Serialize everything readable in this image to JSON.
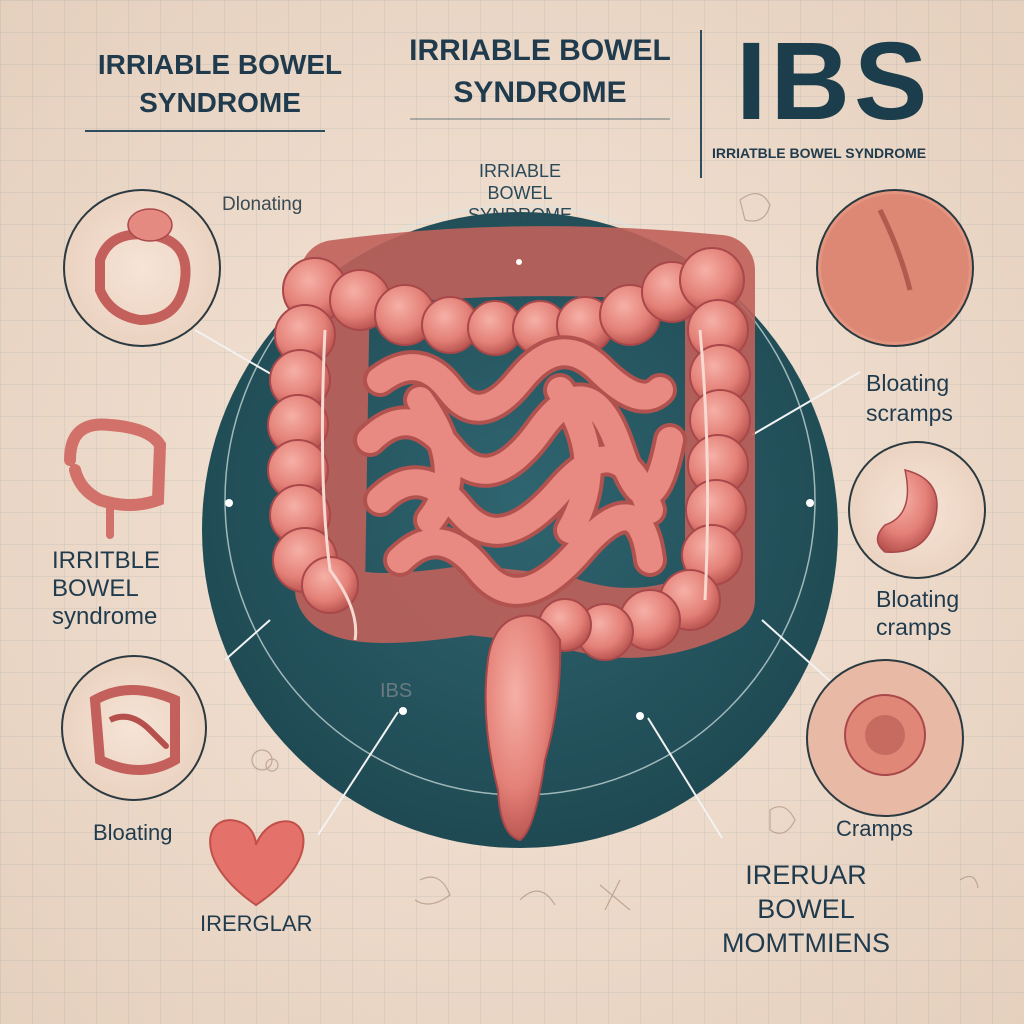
{
  "titles": {
    "left": "IRRIABLE BOWEL\nSYNDROME",
    "middle": "IRRIABLE BOWEL\nSYNDROME",
    "big": "IBS",
    "big_sub": "IRRIATBLE BOWEL SYNDROME"
  },
  "center_circle_label": "IRRIABLE\nBOWEL\nSYNDROME",
  "labels": {
    "top_left": "Dlonating",
    "right_upper": "Bloating\nscramps",
    "left_mid": "IRRITBLE\nBOWEL\nsyndrome",
    "right_mid": "Bloating\ncramps",
    "bottom_left": "Bloating",
    "bottom_right": "Cramps",
    "heart": "IRERGLAR",
    "bottom_center": "IRERUAR\nBOWEL\nMOMTMIENS",
    "circle_small": "IBS"
  },
  "colors": {
    "background": "#efdccb",
    "teal": "#23505a",
    "intestine": "#e98780",
    "intestine_dark": "#b5504c",
    "text": "#1f3b4d"
  }
}
